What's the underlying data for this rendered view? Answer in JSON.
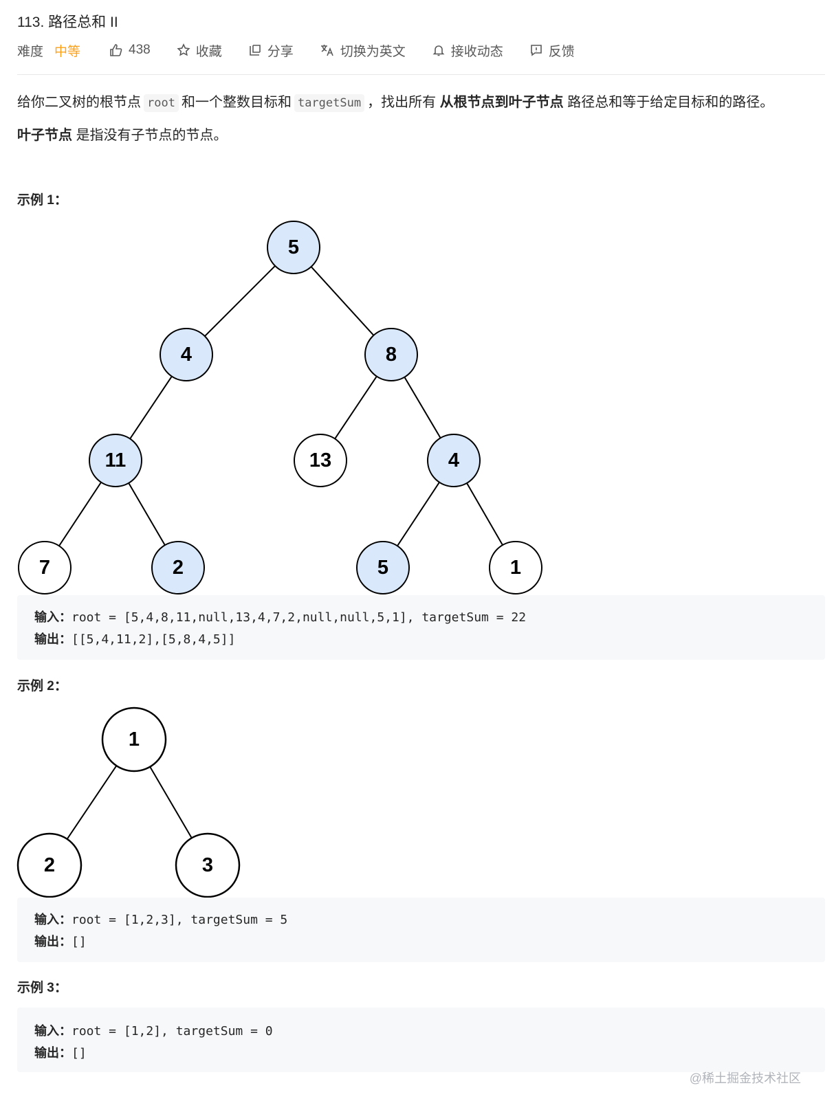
{
  "header": {
    "title": "113. 路径总和 II",
    "difficulty_label": "难度",
    "difficulty_value": "中等",
    "likes": "438",
    "favorite_label": "收藏",
    "share_label": "分享",
    "switch_lang_label": "切换为英文",
    "subscribe_label": "接收动态",
    "feedback_label": "反馈",
    "accent_color": "#ffa116"
  },
  "description": {
    "p1_a": "给你二叉树的根节点",
    "p1_code1": "root",
    "p1_b": "和一个整数目标和",
    "p1_code2": "targetSum",
    "p1_c": "，找出所有",
    "p1_bold": "从根节点到叶子节点",
    "p1_d": "路径总和等于给定目标和的路径。",
    "p2_bold": "叶子节点",
    "p2_rest": "是指没有子节点的节点。"
  },
  "examples": [
    {
      "title": "示例 1：",
      "tree_nodes": [
        "5",
        "4",
        "8",
        "11",
        "13",
        "4",
        "7",
        "2",
        "5",
        "1"
      ],
      "highlight_color": "#dae8fc",
      "input_label": "输入：",
      "input": "root = [5,4,8,11,null,13,4,7,2,null,null,5,1], targetSum = 22",
      "output_label": "输出：",
      "output": "[[5,4,11,2],[5,8,4,5]]"
    },
    {
      "title": "示例 2：",
      "tree_nodes": [
        "1",
        "2",
        "3"
      ],
      "input_label": "输入：",
      "input": "root = [1,2,3], targetSum = 5",
      "output_label": "输出：",
      "output": "[]"
    },
    {
      "title": "示例 3：",
      "input_label": "输入：",
      "input": "root = [1,2], targetSum = 0",
      "output_label": "输出：",
      "output": "[]"
    }
  ],
  "watermark": "@稀土掘金技术社区"
}
